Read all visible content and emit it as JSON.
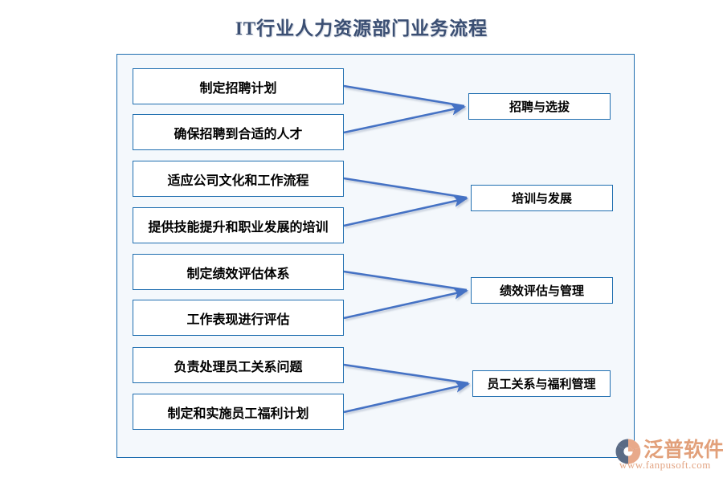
{
  "title": "IT行业人力资源部门业务流程",
  "colors": {
    "title_text": "#3b4f73",
    "box_border": "#1f6eb0",
    "box_fill": "#ffffff",
    "frame_border": "#1f6eb0",
    "frame_fill": "#f4f8fc",
    "arrow": "#4472c4",
    "watermark": "#e2a07a",
    "page_background": "#ffffff"
  },
  "diagram": {
    "type": "flow",
    "tasks": [
      {
        "label": "制定招聘计划",
        "group": 0
      },
      {
        "label": "确保招聘到合适的人才",
        "group": 0
      },
      {
        "label": "适应公司文化和工作流程",
        "group": 1
      },
      {
        "label": "提供技能提升和职业发展的培训",
        "group": 1
      },
      {
        "label": "制定绩效评估体系",
        "group": 2
      },
      {
        "label": "工作表现进行评估",
        "group": 2
      },
      {
        "label": "负责处理员工关系问题",
        "group": 3
      },
      {
        "label": "制定和实施员工福利计划",
        "group": 3
      }
    ],
    "stages": [
      {
        "label": "招聘与选拔"
      },
      {
        "label": "培训与发展"
      },
      {
        "label": "绩效评估与管理"
      },
      {
        "label": "员工关系与福利管理"
      }
    ],
    "connections": [
      {
        "from_task": 0,
        "to_stage": 0
      },
      {
        "from_task": 1,
        "to_stage": 0
      },
      {
        "from_task": 2,
        "to_stage": 1
      },
      {
        "from_task": 3,
        "to_stage": 1
      },
      {
        "from_task": 4,
        "to_stage": 2
      },
      {
        "from_task": 5,
        "to_stage": 2
      },
      {
        "from_task": 6,
        "to_stage": 3
      },
      {
        "from_task": 7,
        "to_stage": 3
      }
    ]
  },
  "watermark": {
    "brand": "泛普软件",
    "url": "www.fanpusoft.com",
    "logo_icon": "fanpu-circle-logo-icon"
  }
}
